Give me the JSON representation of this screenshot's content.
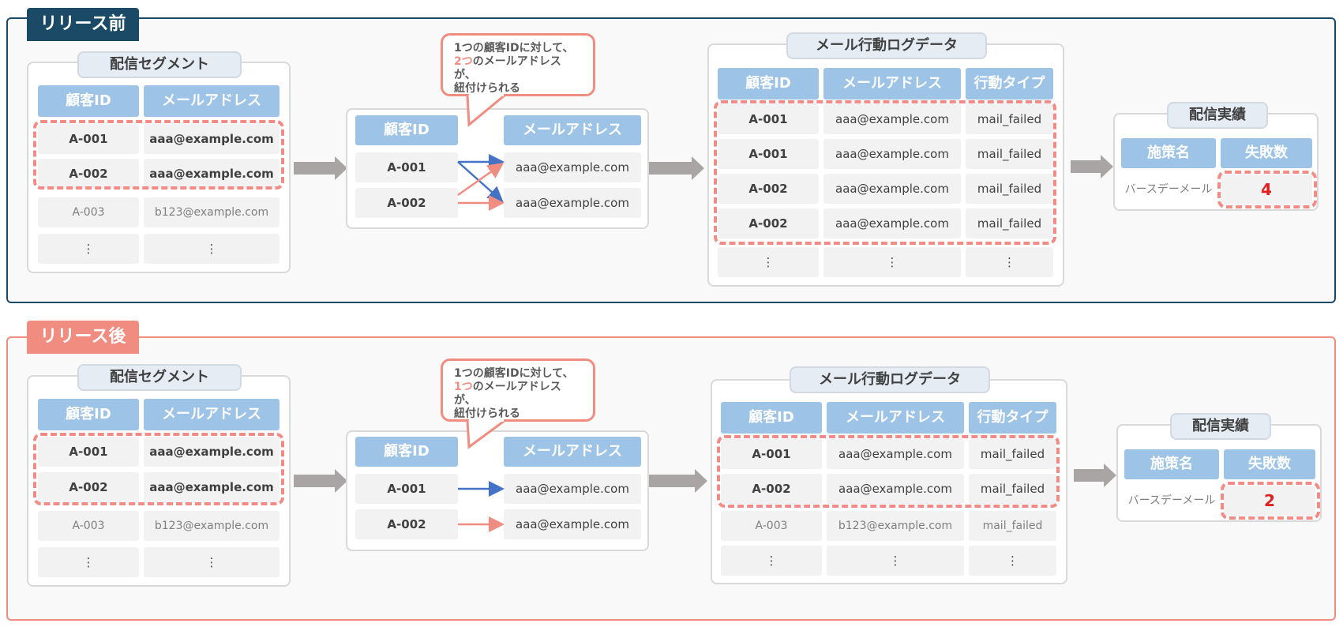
{
  "sections": [
    {
      "label": "リリース前",
      "segment": {
        "title": "配信セグメント",
        "headers": [
          "顧客ID",
          "メールアドレス"
        ],
        "rows": [
          [
            "A-001",
            "aaa@example.com"
          ],
          [
            "A-002",
            "aaa@example.com"
          ],
          [
            "A-003",
            "b123@example.com"
          ],
          [
            "⋮",
            "⋮"
          ]
        ]
      },
      "mapping": {
        "bubble_line1": "1つの顧客IDに対して、",
        "bubble_count": "2つ",
        "bubble_line2": "のメールアドレスが、",
        "bubble_line3": "紐付けられる",
        "headers": [
          "顧客ID",
          "メールアドレス"
        ],
        "ids": [
          "A-001",
          "A-002"
        ],
        "emails": [
          "aaa@example.com",
          "aaa@example.com"
        ]
      },
      "log": {
        "title": "メール行動ログデータ",
        "headers": [
          "顧客ID",
          "メールアドレス",
          "行動タイプ"
        ],
        "rows": [
          [
            "A-001",
            "aaa@example.com",
            "mail_failed"
          ],
          [
            "A-001",
            "aaa@example.com",
            "mail_failed"
          ],
          [
            "A-002",
            "aaa@example.com",
            "mail_failed"
          ],
          [
            "A-002",
            "aaa@example.com",
            "mail_failed"
          ],
          [
            "⋮",
            "⋮",
            "⋮"
          ]
        ]
      },
      "result": {
        "title": "配信実績",
        "headers": [
          "施策名",
          "失敗数"
        ],
        "campaign": "バースデーメール",
        "fail_count": "4"
      }
    },
    {
      "label": "リリース後",
      "segment": {
        "title": "配信セグメント",
        "headers": [
          "顧客ID",
          "メールアドレス"
        ],
        "rows": [
          [
            "A-001",
            "aaa@example.com"
          ],
          [
            "A-002",
            "aaa@example.com"
          ],
          [
            "A-003",
            "b123@example.com"
          ],
          [
            "⋮",
            "⋮"
          ]
        ]
      },
      "mapping": {
        "bubble_line1": "1つの顧客IDに対して、",
        "bubble_count": "1つ",
        "bubble_line2": "のメールアドレスが、",
        "bubble_line3": "紐付けられる",
        "headers": [
          "顧客ID",
          "メールアドレス"
        ],
        "ids": [
          "A-001",
          "A-002"
        ],
        "emails": [
          "aaa@example.com",
          "aaa@example.com"
        ]
      },
      "log": {
        "title": "メール行動ログデータ",
        "headers": [
          "顧客ID",
          "メールアドレス",
          "行動タイプ"
        ],
        "rows": [
          [
            "A-001",
            "aaa@example.com",
            "mail_failed"
          ],
          [
            "A-002",
            "aaa@example.com",
            "mail_failed"
          ],
          [
            "A-003",
            "b123@example.com",
            "mail_failed"
          ],
          [
            "⋮",
            "⋮",
            "⋮"
          ]
        ]
      },
      "result": {
        "title": "配信実績",
        "headers": [
          "施策名",
          "失敗数"
        ],
        "campaign": "バースデーメール",
        "fail_count": "2"
      }
    }
  ],
  "colors": {
    "before": "#1a4a66",
    "after": "#f08c80",
    "header": "#9dc3e6",
    "link_blue": "#4472c4",
    "link_salmon": "#f08c80",
    "fail_red": "#e02020"
  }
}
